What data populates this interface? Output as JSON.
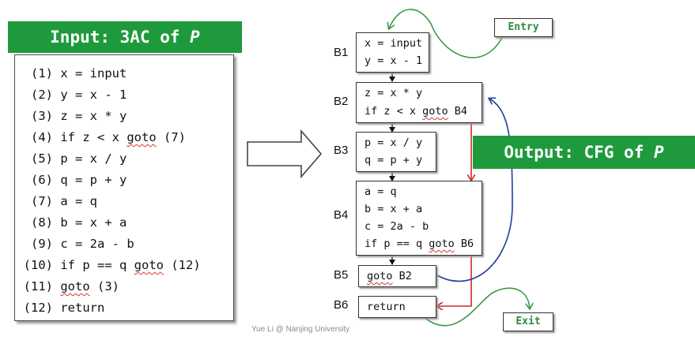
{
  "input_banner": {
    "prefix": "Input: 3AC of ",
    "var": "P"
  },
  "output_banner": {
    "prefix": "Output: CFG of ",
    "var": "P"
  },
  "code_lines": [
    {
      "num": "(1)",
      "pre": "x = input",
      "sq": "",
      "post": ""
    },
    {
      "num": "(2)",
      "pre": "y = x - 1",
      "sq": "",
      "post": ""
    },
    {
      "num": "(3)",
      "pre": "z = x * y",
      "sq": "",
      "post": ""
    },
    {
      "num": "(4)",
      "pre": "if z < x ",
      "sq": "goto",
      "post": " (7)"
    },
    {
      "num": "(5)",
      "pre": "p = x / y",
      "sq": "",
      "post": ""
    },
    {
      "num": "(6)",
      "pre": "q = p + y",
      "sq": "",
      "post": ""
    },
    {
      "num": "(7)",
      "pre": "a = q",
      "sq": "",
      "post": ""
    },
    {
      "num": "(8)",
      "pre": "b = x + a",
      "sq": "",
      "post": ""
    },
    {
      "num": "(9)",
      "pre": "c = 2a - b",
      "sq": "",
      "post": ""
    },
    {
      "num": "(10)",
      "pre": "if p == q ",
      "sq": "goto",
      "post": " (12)"
    },
    {
      "num": "(11)",
      "pre": "",
      "sq": "goto",
      "post": " (3)"
    },
    {
      "num": "(12)",
      "pre": "return",
      "sq": "",
      "post": ""
    }
  ],
  "blocks": [
    {
      "label": "B1",
      "lines": [
        {
          "pre": "x = input",
          "sq": "",
          "post": ""
        },
        {
          "pre": "y = x - 1",
          "sq": "",
          "post": ""
        }
      ]
    },
    {
      "label": "B2",
      "lines": [
        {
          "pre": "z = x * y",
          "sq": "",
          "post": ""
        },
        {
          "pre": "if z < x ",
          "sq": "goto",
          "post": " B4"
        }
      ]
    },
    {
      "label": "B3",
      "lines": [
        {
          "pre": "p = x / y",
          "sq": "",
          "post": ""
        },
        {
          "pre": "q = p + y",
          "sq": "",
          "post": ""
        }
      ]
    },
    {
      "label": "B4",
      "lines": [
        {
          "pre": "a = q",
          "sq": "",
          "post": ""
        },
        {
          "pre": "b = x + a",
          "sq": "",
          "post": ""
        },
        {
          "pre": "c = 2a - b",
          "sq": "",
          "post": ""
        },
        {
          "pre": "if p == q ",
          "sq": "goto",
          "post": " B6"
        }
      ]
    },
    {
      "label": "B5",
      "lines": [
        {
          "pre": "",
          "sq": "goto",
          "post": " B2"
        }
      ]
    },
    {
      "label": "B6",
      "lines": [
        {
          "pre": "return",
          "sq": "",
          "post": ""
        }
      ]
    }
  ],
  "entry_label": "Entry",
  "exit_label": "Exit",
  "footer": "Yue Li @ Nanjing University",
  "colors": {
    "banner_green": "#1e9a3c",
    "entry_exit_text": "#2e8b3c",
    "edge_green": "#3a9a4a",
    "edge_red": "#cc2a2a",
    "edge_blue": "#1c3ea0"
  }
}
